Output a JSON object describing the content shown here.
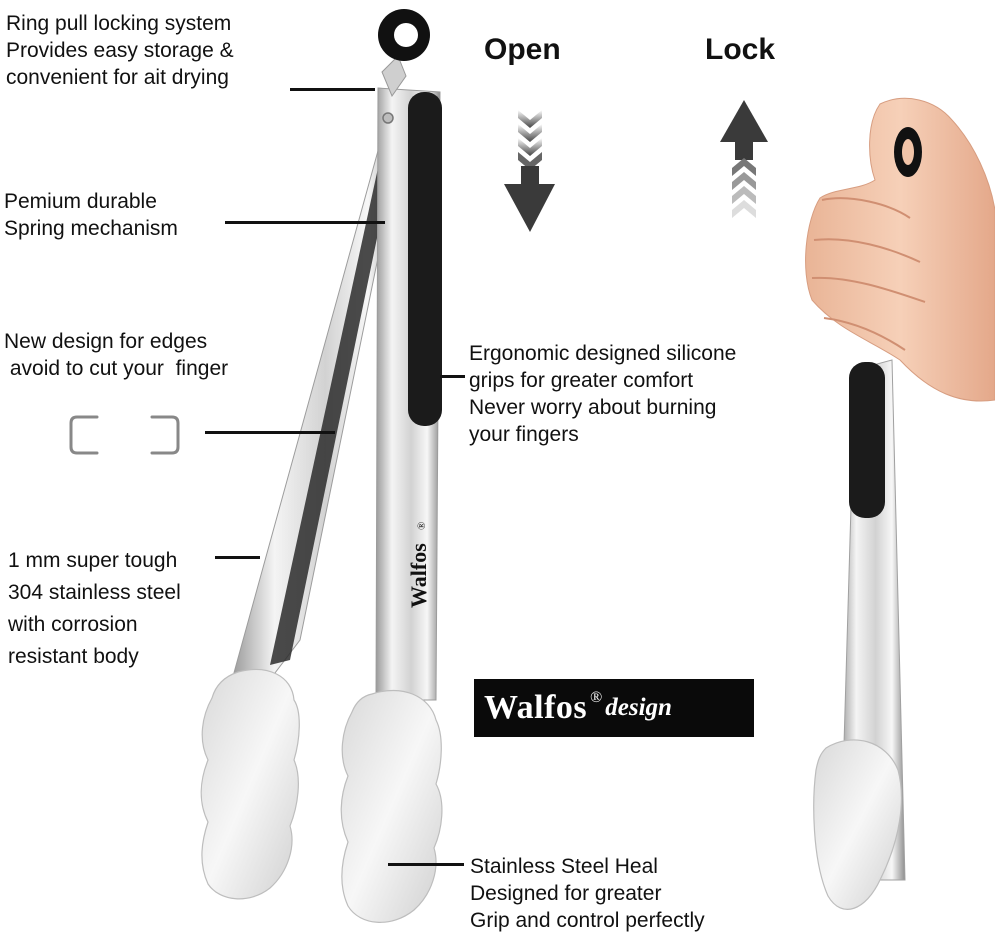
{
  "callouts": {
    "ring_pull": [
      "Ring pull locking system",
      "Provides easy storage &",
      "convenient for ait drying"
    ],
    "spring": [
      "Pemium durable",
      "Spring mechanism"
    ],
    "edges": [
      "New design for edges",
      " avoid to cut your  finger"
    ],
    "steel": [
      "1 mm super tough",
      "304 stainless steel",
      "with corrosion",
      "resistant body"
    ],
    "grips": [
      "Ergonomic designed silicone",
      "grips for greater comfort",
      "Never worry about burning",
      "your fingers"
    ],
    "heal": [
      "Stainless Steel Heal",
      "Designed for greater",
      "Grip and control perfectly"
    ]
  },
  "headings": {
    "open": "Open",
    "lock": "Lock"
  },
  "brand": {
    "name": "Walfos",
    "reg": "®",
    "design": "design",
    "engraving": "Walfos",
    "engraving_reg": "®"
  },
  "colors": {
    "steel_light": "#f2f2f2",
    "steel_mid": "#c9c9c9",
    "steel_dark": "#8a8a8a",
    "silicone": "#1b1b1b",
    "skin": "#f2c4a8",
    "arrow": "#3a3a3a"
  }
}
